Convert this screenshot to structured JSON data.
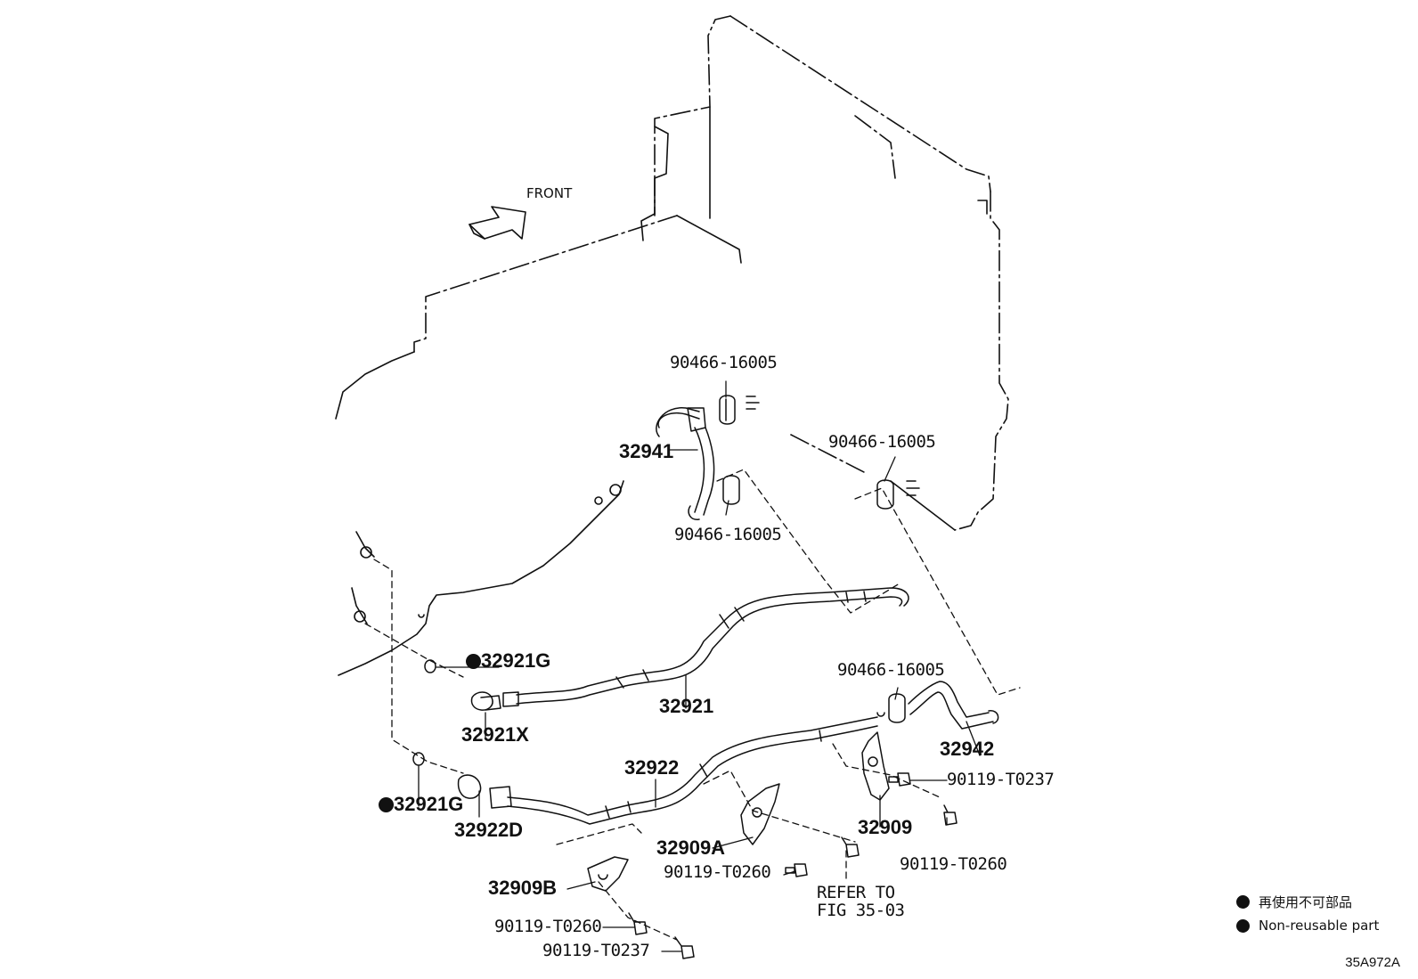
{
  "direction_label": "FRONT",
  "callouts": {
    "clamp_top": "90466-16005",
    "hose_32941": "32941",
    "clamp_lower_left": "90466-16005",
    "clamp_right": "90466-16005",
    "clamp_32942": "90466-16005",
    "hose_32942": "32942",
    "gasket_upper": "32921G",
    "union_32921x": "32921X",
    "pipe_32921": "32921",
    "pipe_32922": "32922",
    "gasket_lower": "32921G",
    "union_32922d": "32922D",
    "clamp_32909a": "32909A",
    "clamp_32909": "32909",
    "clamp_32909b": "32909B",
    "bolt_t0237_right": "90119-T0237",
    "bolt_t0260_right": "90119-T0260",
    "bolt_t0260_mid": "90119-T0260",
    "bolt_t0260_left": "90119-T0260",
    "bolt_t0237_bottom": "90119-T0237",
    "refer_line1": "REFER TO",
    "refer_line2": "FIG 35-03"
  },
  "legend": {
    "japanese": "再使用不可部品",
    "english": "Non-reusable part"
  },
  "illustration_code": "35A972A"
}
